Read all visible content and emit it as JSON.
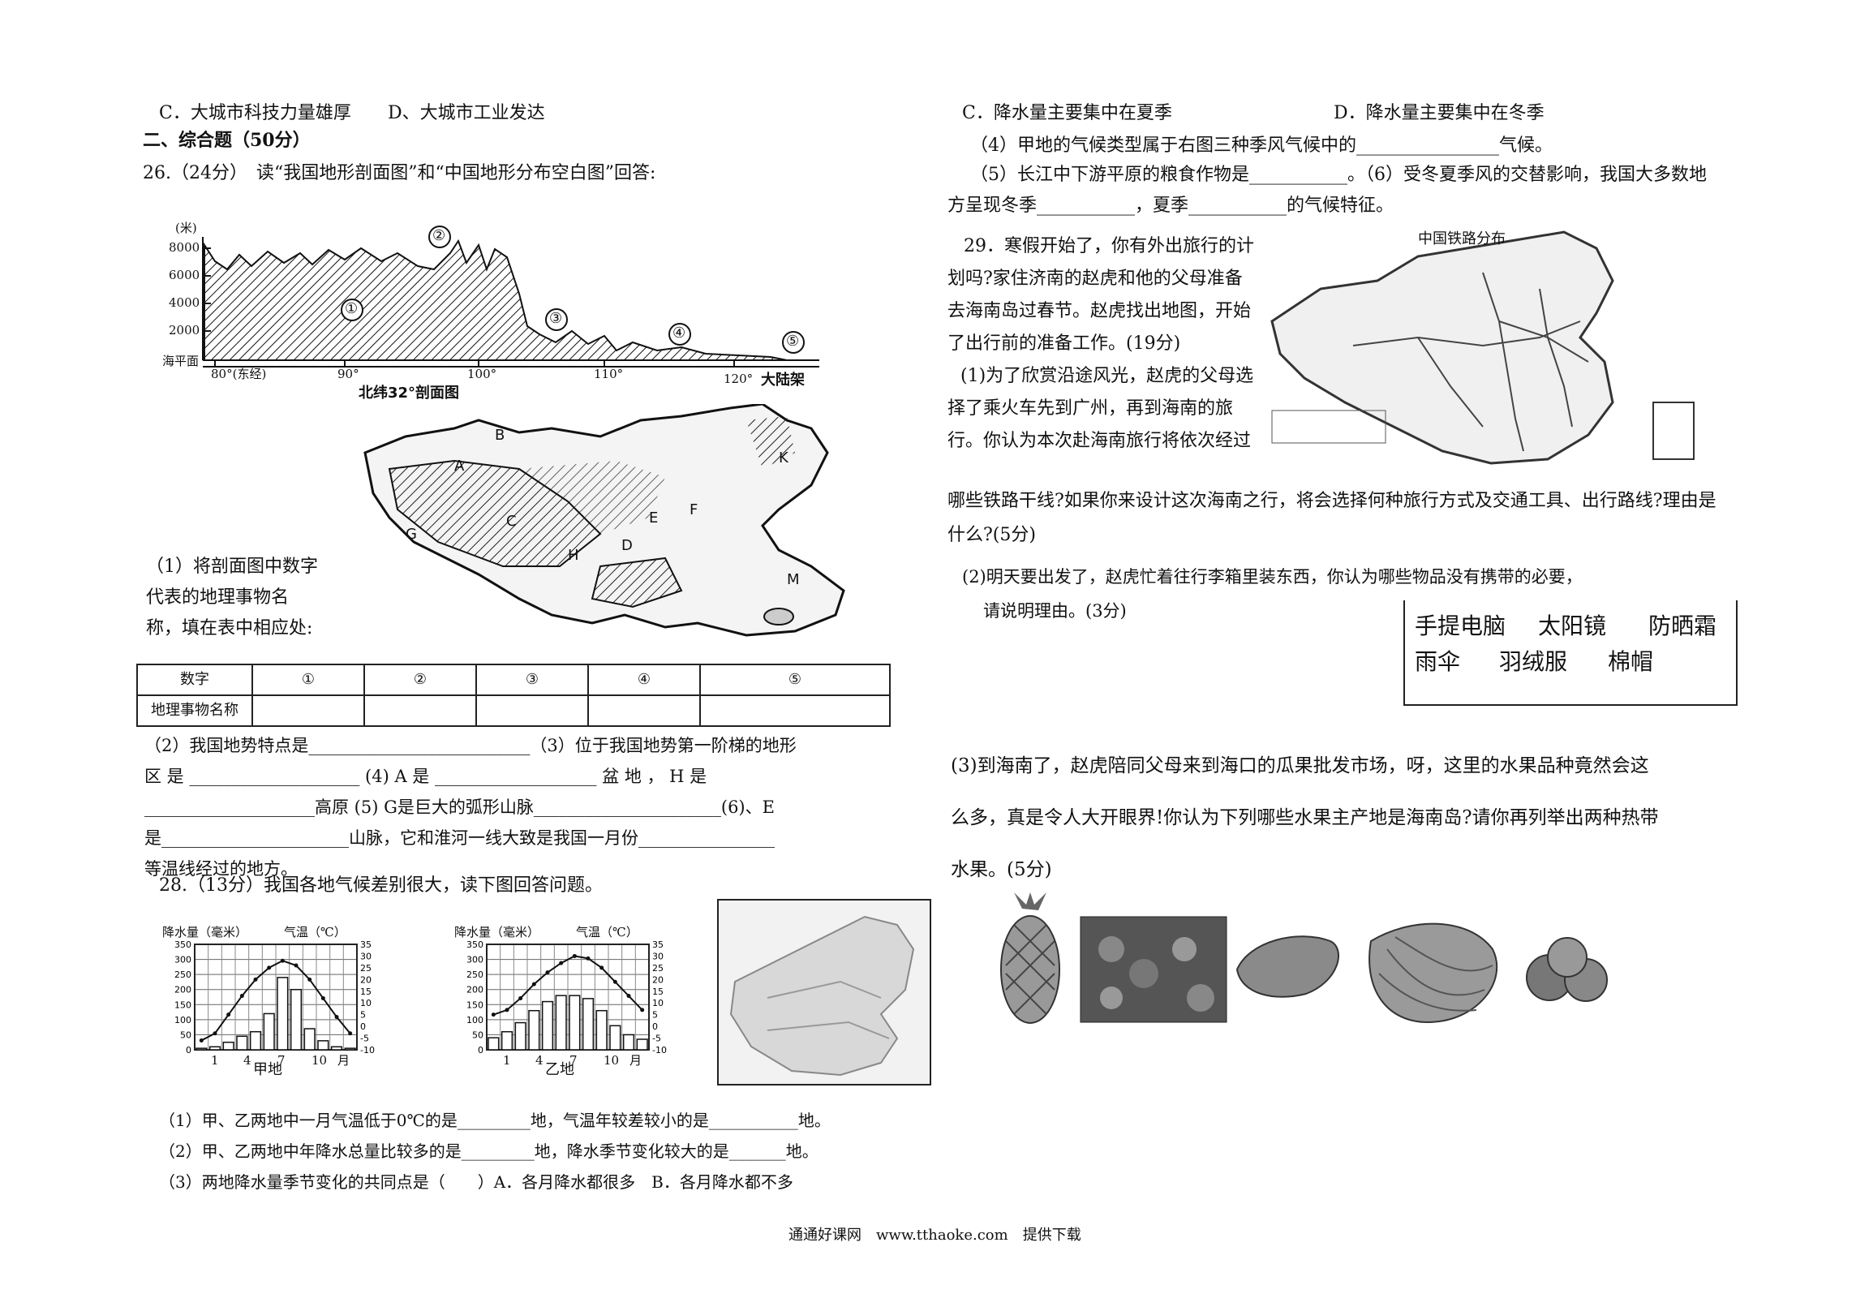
{
  "left": {
    "q_top_c": "C．大城市科技力量雄厚",
    "q_top_d": "D、大城市工业发达",
    "section2": "二、综合题（50分）",
    "q26": "26.（24分）　读“我国地形剖面图”和“中国地形分布空白图”回答:",
    "profile": {
      "y_unit": "(米)",
      "y_ticks": [
        "8000",
        "6000",
        "4000",
        "2000"
      ],
      "sea_level": "海平面",
      "x_ticks": [
        "80°(东经)",
        "90°",
        "100°",
        "110°",
        "120°"
      ],
      "shelf": "大陆架",
      "caption": "北纬32°剖面图",
      "markers": [
        "①",
        "②",
        "③",
        "④",
        "⑤"
      ]
    },
    "map_letters": [
      "B",
      "A",
      "K",
      "C",
      "G",
      "F",
      "E",
      "H",
      "D",
      "M"
    ],
    "q26_1": [
      "（1）将剖面图中数字",
      "代表的地理事物名",
      "称，填在表中相应处:"
    ],
    "table": {
      "row1_head": "数字",
      "numbers": [
        "①",
        "②",
        "③",
        "④",
        "⑤"
      ],
      "row2_head": "地理事物名称"
    },
    "q26_2_lines": [
      "（2）我国地势特点是__________________________（3）位于我国地势第一阶梯的地形",
      "区 是 ____________________ (4) A 是 ___________________ 盆 地 ， H 是",
      "____________________高原 (5) G是巨大的弧形山脉______________________(6)、E",
      "是______________________山脉，它和淮河一线大致是我国一月份________________",
      "等温线经过的地方。"
    ],
    "q28": "28.（13分）我国各地气候差别很大，读下图回答问题。",
    "climate_a": {
      "left_axis": "降水量（毫米）",
      "right_axis": "气温（℃）",
      "left_ticks": [
        "350",
        "300",
        "250",
        "200",
        "150",
        "100",
        "50",
        "0"
      ],
      "right_ticks": [
        "35",
        "30",
        "25",
        "20",
        "15",
        "10",
        "5",
        "0",
        "-5",
        "-10"
      ],
      "months": [
        "1",
        "4",
        "7",
        "10",
        "月"
      ],
      "name": "甲地"
    },
    "climate_b": {
      "left_axis": "降水量（毫米）",
      "right_axis": "气温（℃）",
      "left_ticks": [
        "350",
        "300",
        "250",
        "200",
        "150",
        "100",
        "50",
        "0"
      ],
      "right_ticks": [
        "35",
        "30",
        "25",
        "20",
        "15",
        "10",
        "5",
        "0",
        "-5",
        "-10"
      ],
      "months": [
        "1",
        "4",
        "7",
        "10",
        "月"
      ],
      "name": "乙地"
    },
    "q28_lines": [
      "（1）甲、乙两地中一月气温低于0℃的是_________地，气温年较差较小的是___________地。",
      "（2）甲、乙两地中年降水总量比较多的是_________地，降水季节变化较大的是_______地。",
      "（3）两地降水量季节变化的共同点是（　　）A．各月降水都很多　B．各月降水都不多"
    ]
  },
  "right": {
    "opt_c": "C．降水量主要集中在夏季",
    "opt_d": "D．降水量主要集中在冬季",
    "q4": "（4）甲地的气候类型属于右图三种季风气候中的________________气候。",
    "q5_line1": "（5）长江中下游平原的粮食作物是___________。（6）受冬夏季风的交替影响，我国大多数地",
    "q5_line2": "方呈现冬季___________，夏季___________的气候特征。",
    "q29_lines": [
      "29．寒假开始了，你有外出旅行的计",
      "划吗?家住济南的赵虎和他的父母准备",
      "去海南岛过春节。赵虎找出地图，开始",
      "了出行前的准备工作。(19分)",
      "(1)为了欣赏沿途风光，赵虎的父母选",
      "择了乘火车先到广州，再到海南的旅",
      "行。你认为本次赴海南旅行将依次经过"
    ],
    "q29_cont1": "哪些铁路干线?如果你来设计这次海南之行，将会选择何种旅行方式及交通工具、出行路线?理由是",
    "q29_cont2": "什么?(5分)",
    "q29_2a": "(2)明天要出发了，赵虎忙着往行李箱里装东西，你认为哪些物品没有携带的必要，",
    "q29_2b": "请说明理由。(3分)",
    "rail_map_title": "中国铁路分布",
    "items_row1": [
      "手提电脑",
      "太阳镜",
      "防晒霜"
    ],
    "items_row2": [
      "雨伞",
      "羽绒服",
      "棉帽"
    ],
    "q29_3_lines": [
      "(3)到海南了，赵虎陪同父母来到海口的瓜果批发市场，呀，这里的水果品种竟然会这",
      "么多，真是令人大开眼界!你认为下列哪些水果主产地是海南岛?请你再列举出两种热带",
      "水果。(5分)"
    ]
  },
  "footer": "通通好课网　www.tthaoke.com　提供下载",
  "chart_data": [
    {
      "type": "bar",
      "title": "甲地",
      "categories": [
        "1",
        "2",
        "3",
        "4",
        "5",
        "6",
        "7",
        "8",
        "9",
        "10",
        "11",
        "12"
      ],
      "series": [
        {
          "values": [
            5,
            10,
            25,
            45,
            60,
            120,
            240,
            200,
            70,
            30,
            10,
            5
          ]
        },
        {
          "values": [
            -6,
            -3,
            5,
            13,
            20,
            25,
            28,
            26,
            20,
            12,
            4,
            -3
          ]
        }
      ],
      "ylim": [
        0,
        350
      ],
      "y2lim": [
        -10,
        35
      ]
    },
    {
      "type": "bar",
      "title": "乙地",
      "categories": [
        "1",
        "2",
        "3",
        "4",
        "5",
        "6",
        "7",
        "8",
        "9",
        "10",
        "11",
        "12"
      ],
      "series": [
        {
          "values": [
            40,
            60,
            90,
            130,
            160,
            180,
            180,
            170,
            130,
            80,
            50,
            35
          ]
        },
        {
          "values": [
            5,
            7,
            12,
            18,
            23,
            27,
            30,
            29,
            25,
            19,
            13,
            7
          ]
        }
      ],
      "ylim": [
        0,
        350
      ],
      "y2lim": [
        -10,
        35
      ]
    }
  ]
}
